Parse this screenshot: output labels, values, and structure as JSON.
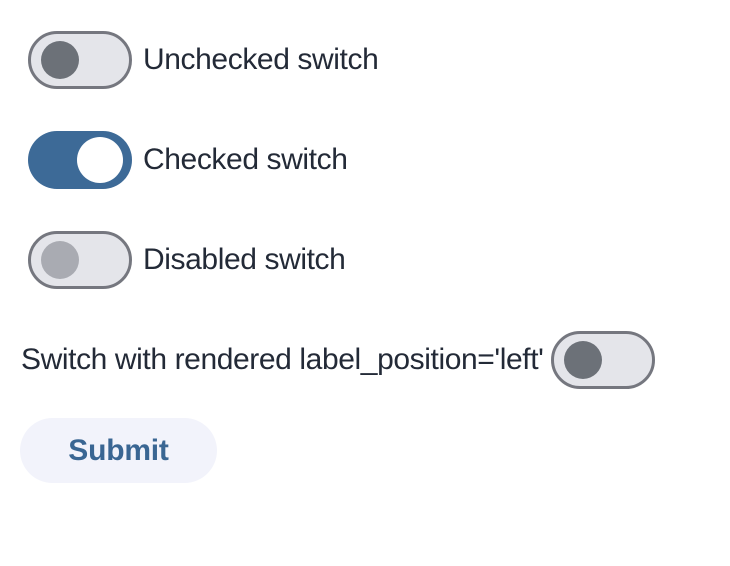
{
  "colors": {
    "bg": "#ffffff",
    "label_text": "#232a37",
    "track_fill": "#e4e5ea",
    "track_border": "#75777f",
    "unchecked_thumb": "#6c7178",
    "disabled_thumb": "#a9abb2",
    "checked_track": "#3d6a97",
    "checked_thumb": "#ffffff",
    "button_bg": "#f2f3fb",
    "button_text": "#3a6693"
  },
  "rows": [
    {
      "label": "Unchecked switch",
      "state": "unchecked",
      "label_position": "right"
    },
    {
      "label": "Checked switch",
      "state": "checked",
      "label_position": "right"
    },
    {
      "label": "Disabled switch",
      "state": "disabled",
      "label_position": "right"
    },
    {
      "label": "Switch with rendered label_position='left'",
      "state": "unchecked",
      "label_position": "left"
    }
  ],
  "submit": {
    "label": "Submit"
  }
}
